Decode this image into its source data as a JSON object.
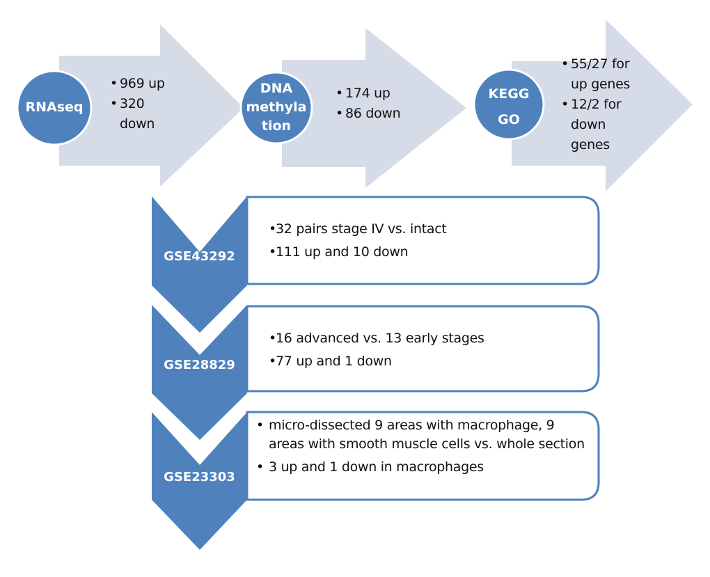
{
  "top_steps": [
    {
      "label": "RNAseq",
      "bullets": [
        "969 up",
        "320 down"
      ]
    },
    {
      "label": "DNA methylation",
      "label_lines": [
        "DNA",
        "methyla",
        "tion"
      ],
      "bullets": [
        "174 up",
        "86 down"
      ]
    },
    {
      "label": "KEGG GO",
      "label_lines": [
        "KEGG",
        "GO"
      ],
      "bullets": [
        "55/27 for up genes",
        "12/2 for down genes"
      ]
    }
  ],
  "datasets": [
    {
      "id": "GSE43292",
      "bullets": [
        "32 pairs stage IV vs. intact",
        "111 up and 10 down"
      ]
    },
    {
      "id": "GSE28829",
      "bullets": [
        "16 advanced vs. 13 early stages",
        "77 up and 1 down"
      ]
    },
    {
      "id": "GSE23303",
      "bullets": [
        "micro-dissected 9 areas with macrophage, 9 areas with smooth muscle cells vs. whole section",
        "3 up and 1 down in macrophages"
      ]
    }
  ],
  "colors": {
    "blue": "#4f81bd",
    "arrow_fill": "#d5dbe7",
    "box_border": "#4f81bd"
  }
}
